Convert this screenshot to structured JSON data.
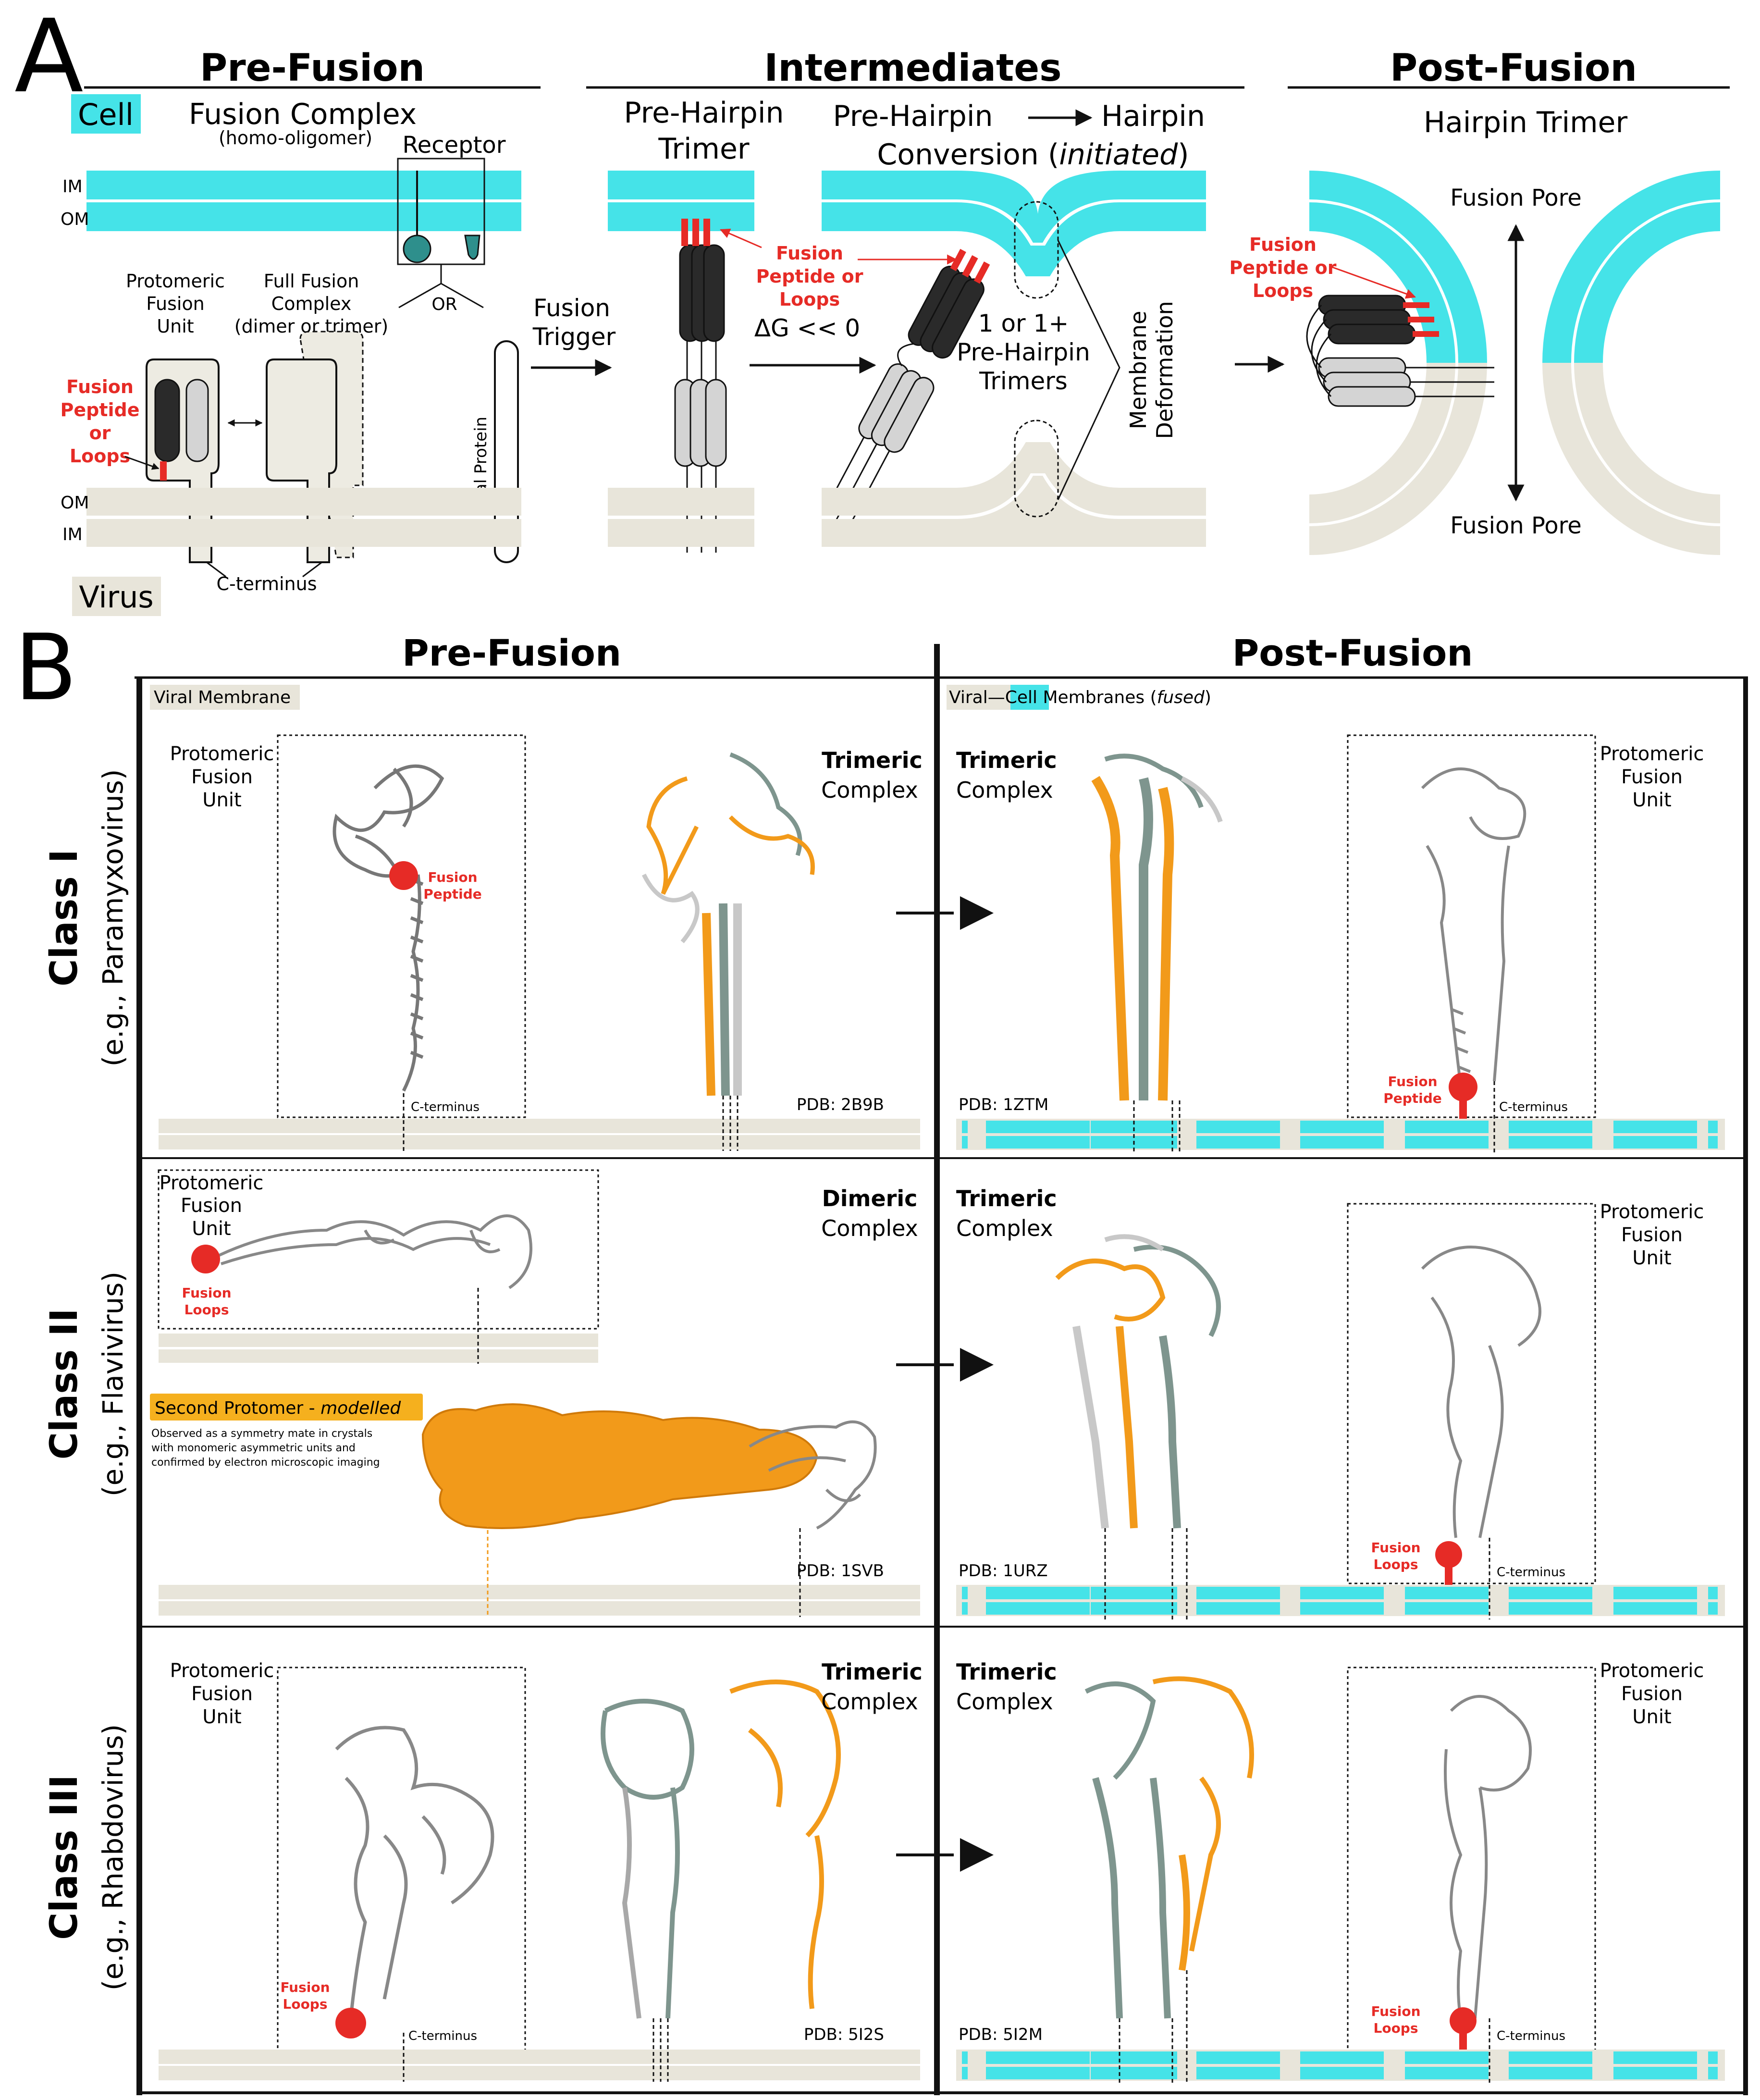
{
  "panel_a": {
    "letter": "A",
    "headers": {
      "pre": "Pre-Fusion",
      "intermediates": "Intermediates",
      "post": "Post-Fusion"
    },
    "cell_label": "Cell",
    "virus_label": "Virus",
    "fusion_complex_title": "Fusion Complex",
    "fusion_complex_subtitle": "(homo-oligomer)",
    "receptor": "Receptor",
    "or": "OR",
    "im": "IM",
    "om": "OM",
    "protomeric_unit": [
      "Protomeric",
      "Fusion",
      "Unit"
    ],
    "full_complex": [
      "Full Fusion",
      "Complex",
      "(dimer or trimer)"
    ],
    "viral_protein": "Viral Protein",
    "c_terminus": "C-terminus",
    "fusion_peptide_red_stack": [
      "Fusion",
      "Peptide",
      "or",
      "Loops"
    ],
    "fusion_trigger": [
      "Fusion",
      "Trigger"
    ],
    "pre_hairpin_trimer": [
      "Pre-Hairpin",
      "Trimer"
    ],
    "fusion_peptide_loops": [
      "Fusion",
      "Peptide or",
      "Loops"
    ],
    "delta_g": "ΔG << 0",
    "conversion_line1_left": "Pre-Hairpin",
    "conversion_line1_right": "Hairpin",
    "conversion_line2": "Conversion (",
    "conversion_italic": "initiated",
    "conversion_close": ")",
    "trimers_note": [
      "1 or 1+",
      "Pre-Hairpin",
      "Trimers"
    ],
    "membrane_deformation": [
      "Membrane",
      "Deformation"
    ],
    "hairpin_trimer": "Hairpin Trimer",
    "fusion_pore": "Fusion Pore"
  },
  "panel_b": {
    "letter": "B",
    "col_pre": "Pre-Fusion",
    "col_post": "Post-Fusion",
    "viral_membrane": "Viral Membrane",
    "viral_dash": "Viral—",
    "cell_word": "Cell",
    "membranes_word": " Membranes (",
    "fused": "fused",
    "close_paren": ")",
    "rows": [
      {
        "class_name": "Class I",
        "example": "(e.g., Paramyxovirus)",
        "pre_complex": [
          "Trimeric",
          "Complex"
        ],
        "post_complex": [
          "Trimeric",
          "Complex"
        ],
        "pre_pdb": "PDB: 2B9B",
        "post_pdb": "PDB: 1ZTM",
        "protomer": [
          "Protomeric",
          "Fusion",
          "Unit"
        ],
        "fusion_label_pre": [
          "Fusion",
          "Peptide"
        ],
        "fusion_label_post": [
          "Fusion",
          "Peptide"
        ],
        "c_terminus": "C-terminus"
      },
      {
        "class_name": "Class II",
        "example": "(e.g., Flavivirus)",
        "pre_complex": [
          "Dimeric",
          "Complex"
        ],
        "post_complex": [
          "Trimeric",
          "Complex"
        ],
        "pre_pdb": "PDB: 1SVB",
        "post_pdb": "PDB: 1URZ",
        "protomer": [
          "Protomeric",
          "Fusion",
          "Unit"
        ],
        "fusion_label_pre": [
          "Fusion",
          "Loops"
        ],
        "fusion_label_post": [
          "Fusion",
          "Loops"
        ],
        "c_terminus": "C-terminus",
        "second_protomer_prefix": "Second Protomer - ",
        "second_protomer_italic": "modelled",
        "second_protomer_note": [
          "Observed as a symmetry mate in crystals",
          "with monomeric asymmetric units and",
          "confirmed by electron microscopic imaging"
        ]
      },
      {
        "class_name": "Class III",
        "example": "(e.g., Rhabdovirus)",
        "pre_complex": [
          "Trimeric",
          "Complex"
        ],
        "post_complex": [
          "Trimeric",
          "Complex"
        ],
        "pre_pdb": "PDB: 5I2S",
        "post_pdb": "PDB: 5I2M",
        "protomer": [
          "Protomeric",
          "Fusion",
          "Unit"
        ],
        "fusion_label_pre": [
          "Fusion",
          "Loops"
        ],
        "fusion_label_post": [
          "Fusion",
          "Loops"
        ],
        "c_terminus": "C-terminus"
      }
    ]
  },
  "colors": {
    "cell_membrane": "#45E3E8",
    "viral_membrane": "#E8E5DA",
    "protein_orange": "#F29A1A",
    "protein_teal_grey": "#7E958E",
    "protein_light": "#D9D9D9",
    "fusion_red": "#E62B26",
    "dark_domain": "#2A2A2A",
    "light_domain": "#D4D4D4",
    "unit_fill": "#EDEBE2"
  }
}
